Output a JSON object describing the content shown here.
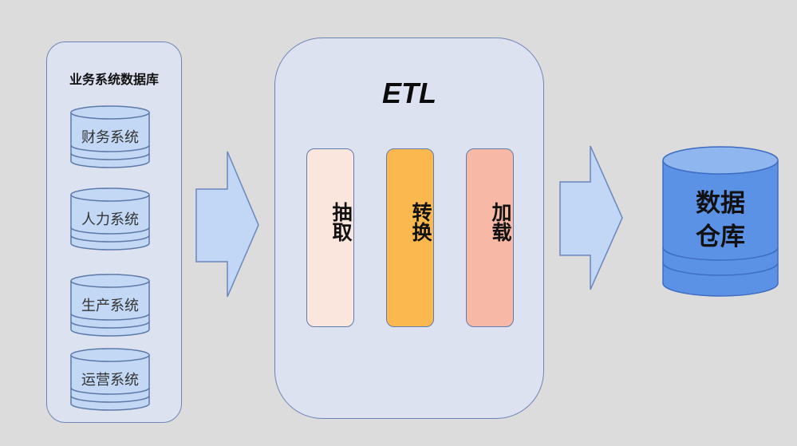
{
  "source_panel": {
    "title": "业务系统数据库",
    "databases": [
      {
        "label": "财务系统"
      },
      {
        "label": "人力系统"
      },
      {
        "label": "生产系统"
      },
      {
        "label": "运营系统"
      }
    ]
  },
  "etl_panel": {
    "title": "ETL",
    "steps": [
      {
        "label": "抽取",
        "color": "#fbe6de"
      },
      {
        "label": "转换",
        "color": "#fbb84f"
      },
      {
        "label": "加载",
        "color": "#f7b9a5"
      }
    ]
  },
  "target": {
    "label": "数据仓库",
    "color": "#5b92e6"
  },
  "colors": {
    "background": "#dcdcdc",
    "panel_fill": "#dde2f1",
    "panel_border": "#6f84b6",
    "source_cylinder_fill": "#c2d8f5",
    "arrow_fill": "#c2d7f5"
  }
}
